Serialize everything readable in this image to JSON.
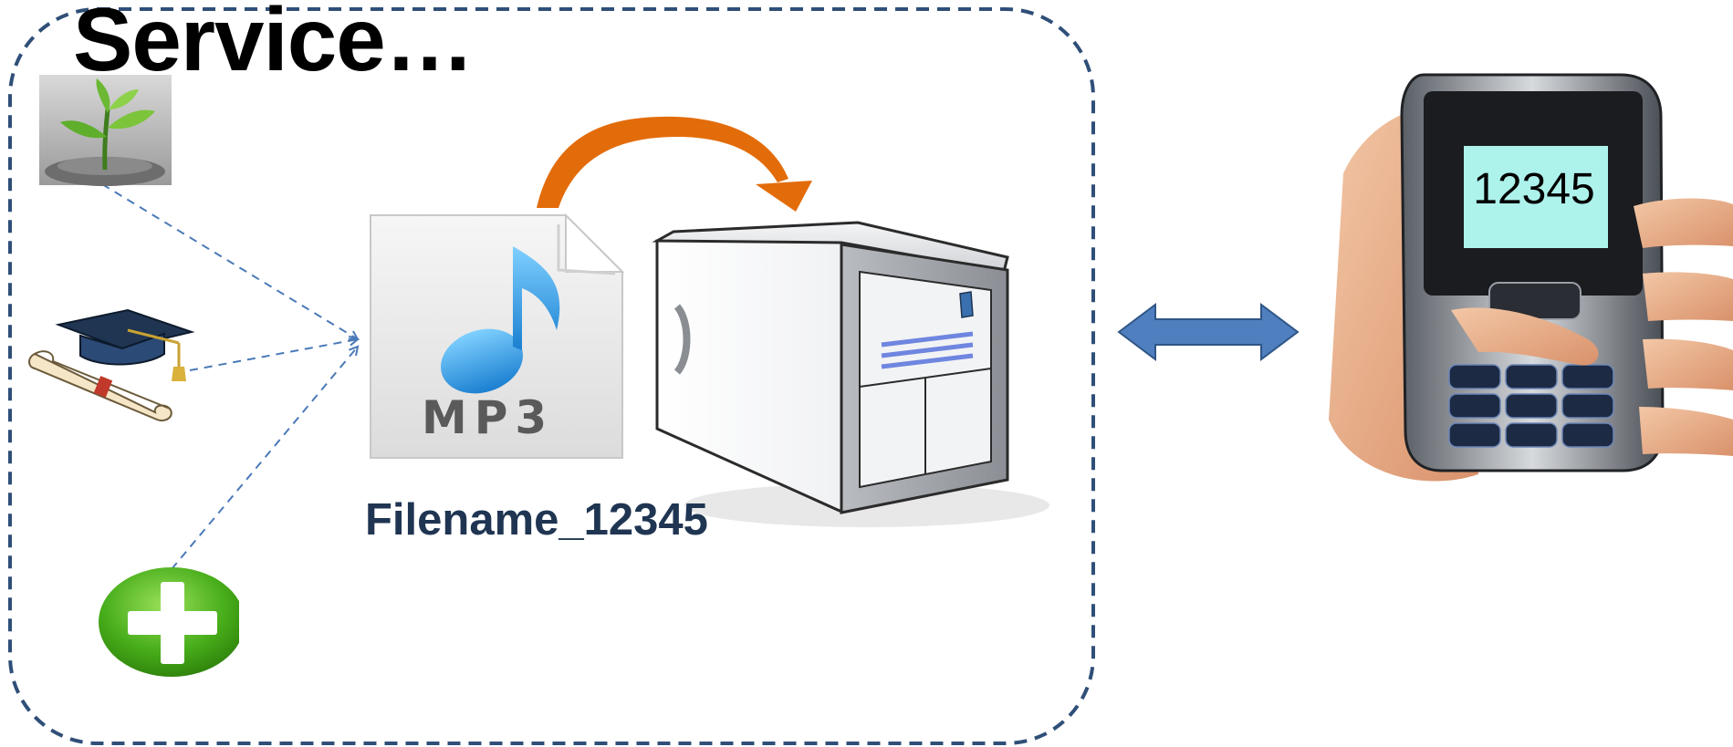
{
  "title": "Service…",
  "file": {
    "badge": "MP3",
    "name": "Filename_12345"
  },
  "phone": {
    "screen_number": "12345"
  },
  "icons": {
    "plant": "plant-sprout-icon",
    "graduation": "graduation-cap-diploma-icon",
    "add": "plus-circle-icon",
    "music_file": "mp3-file-icon",
    "server": "server-tower-icon",
    "phone": "mobile-phone-in-hand-icon"
  },
  "colors": {
    "boundary": "#2f4f78",
    "dashed_link": "#4a7ab7",
    "curved_arrow": "#e36c0a",
    "double_arrow": "#4f7fbf",
    "filename_text": "#1f3552",
    "plus_green": "#3aa312",
    "phone_screen": "#aef2ec"
  }
}
